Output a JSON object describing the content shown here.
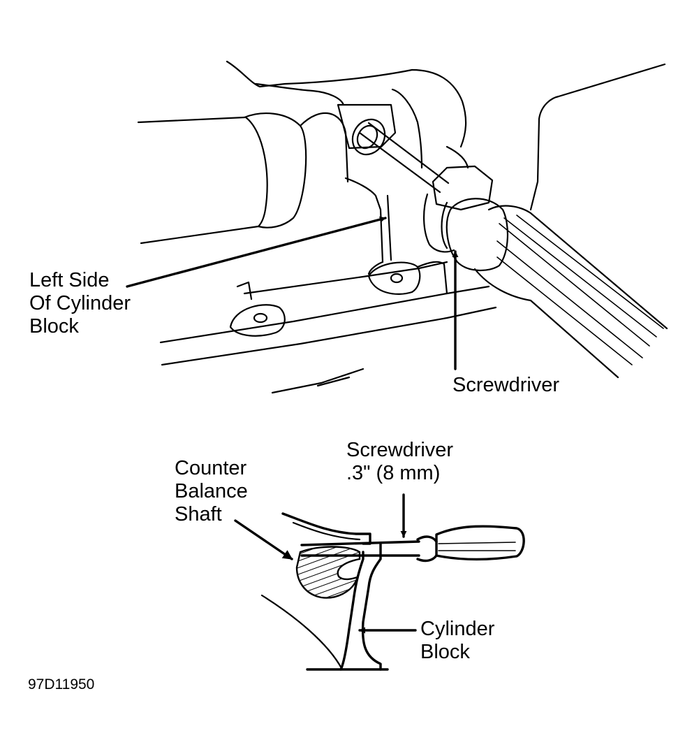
{
  "labels": {
    "left_side": [
      "Left Side",
      "Of Cylinder",
      "Block"
    ],
    "screwdriver_top": "Screwdriver",
    "counter_balance": [
      "Counter",
      "Balance",
      "Shaft"
    ],
    "screwdriver_bottom": [
      "Screwdriver",
      ".3\" (8 mm)"
    ],
    "cylinder_block": [
      "Cylinder",
      "Block"
    ],
    "figure_code": "97D11950"
  },
  "colors": {
    "ink": "#000000",
    "paper": "#ffffff"
  }
}
